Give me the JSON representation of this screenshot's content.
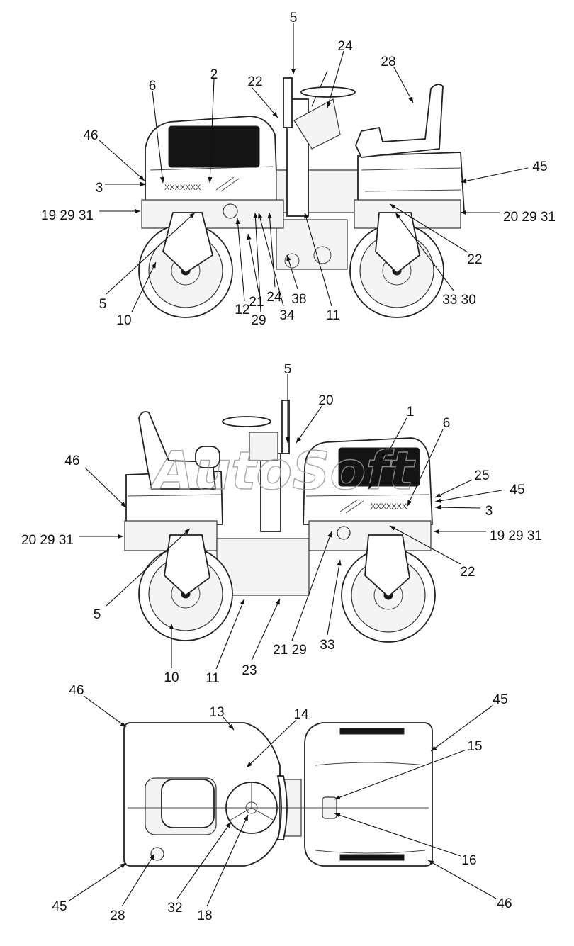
{
  "watermark": "AutoSoft",
  "views": {
    "left_side": {
      "callouts": [
        "5",
        "24",
        "28",
        "2",
        "22",
        "6",
        "46",
        "3",
        "19 29 31",
        "45",
        "20 29 31",
        "22",
        "5",
        "10",
        "12",
        "21",
        "29",
        "24",
        "38",
        "34",
        "11",
        "33 30"
      ]
    },
    "right_side": {
      "callouts": [
        "5",
        "20",
        "1",
        "6",
        "46",
        "25",
        "45",
        "3",
        "20 29 31",
        "19 29 31",
        "22",
        "5",
        "10",
        "11",
        "23",
        "21 29",
        "33"
      ]
    },
    "top": {
      "callouts": [
        "46",
        "13",
        "14",
        "45",
        "15",
        "16",
        "46",
        "45",
        "28",
        "32",
        "18"
      ]
    }
  }
}
